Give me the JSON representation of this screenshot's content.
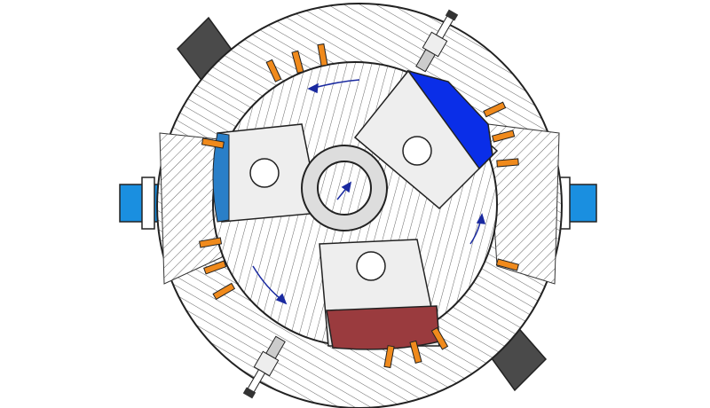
{
  "diagram": {
    "subject_icons": [
      "engine-housing",
      "rotor",
      "piston",
      "spark-plug",
      "cooling-fin",
      "intake-pipe",
      "exhaust-pipe",
      "rotation-arrow"
    ],
    "colors": {
      "background": "#ffffff",
      "outline": "#2a2a2a",
      "hatch": "#555555",
      "pipe_blue": "#1a8fe0",
      "piston_blue": "#0a2ee8",
      "piston_red": "#9a3b3e",
      "dark_arm": "#4a4a4a",
      "fin_orange": "#f08a1c",
      "arrow": "#1a2aa0"
    }
  }
}
